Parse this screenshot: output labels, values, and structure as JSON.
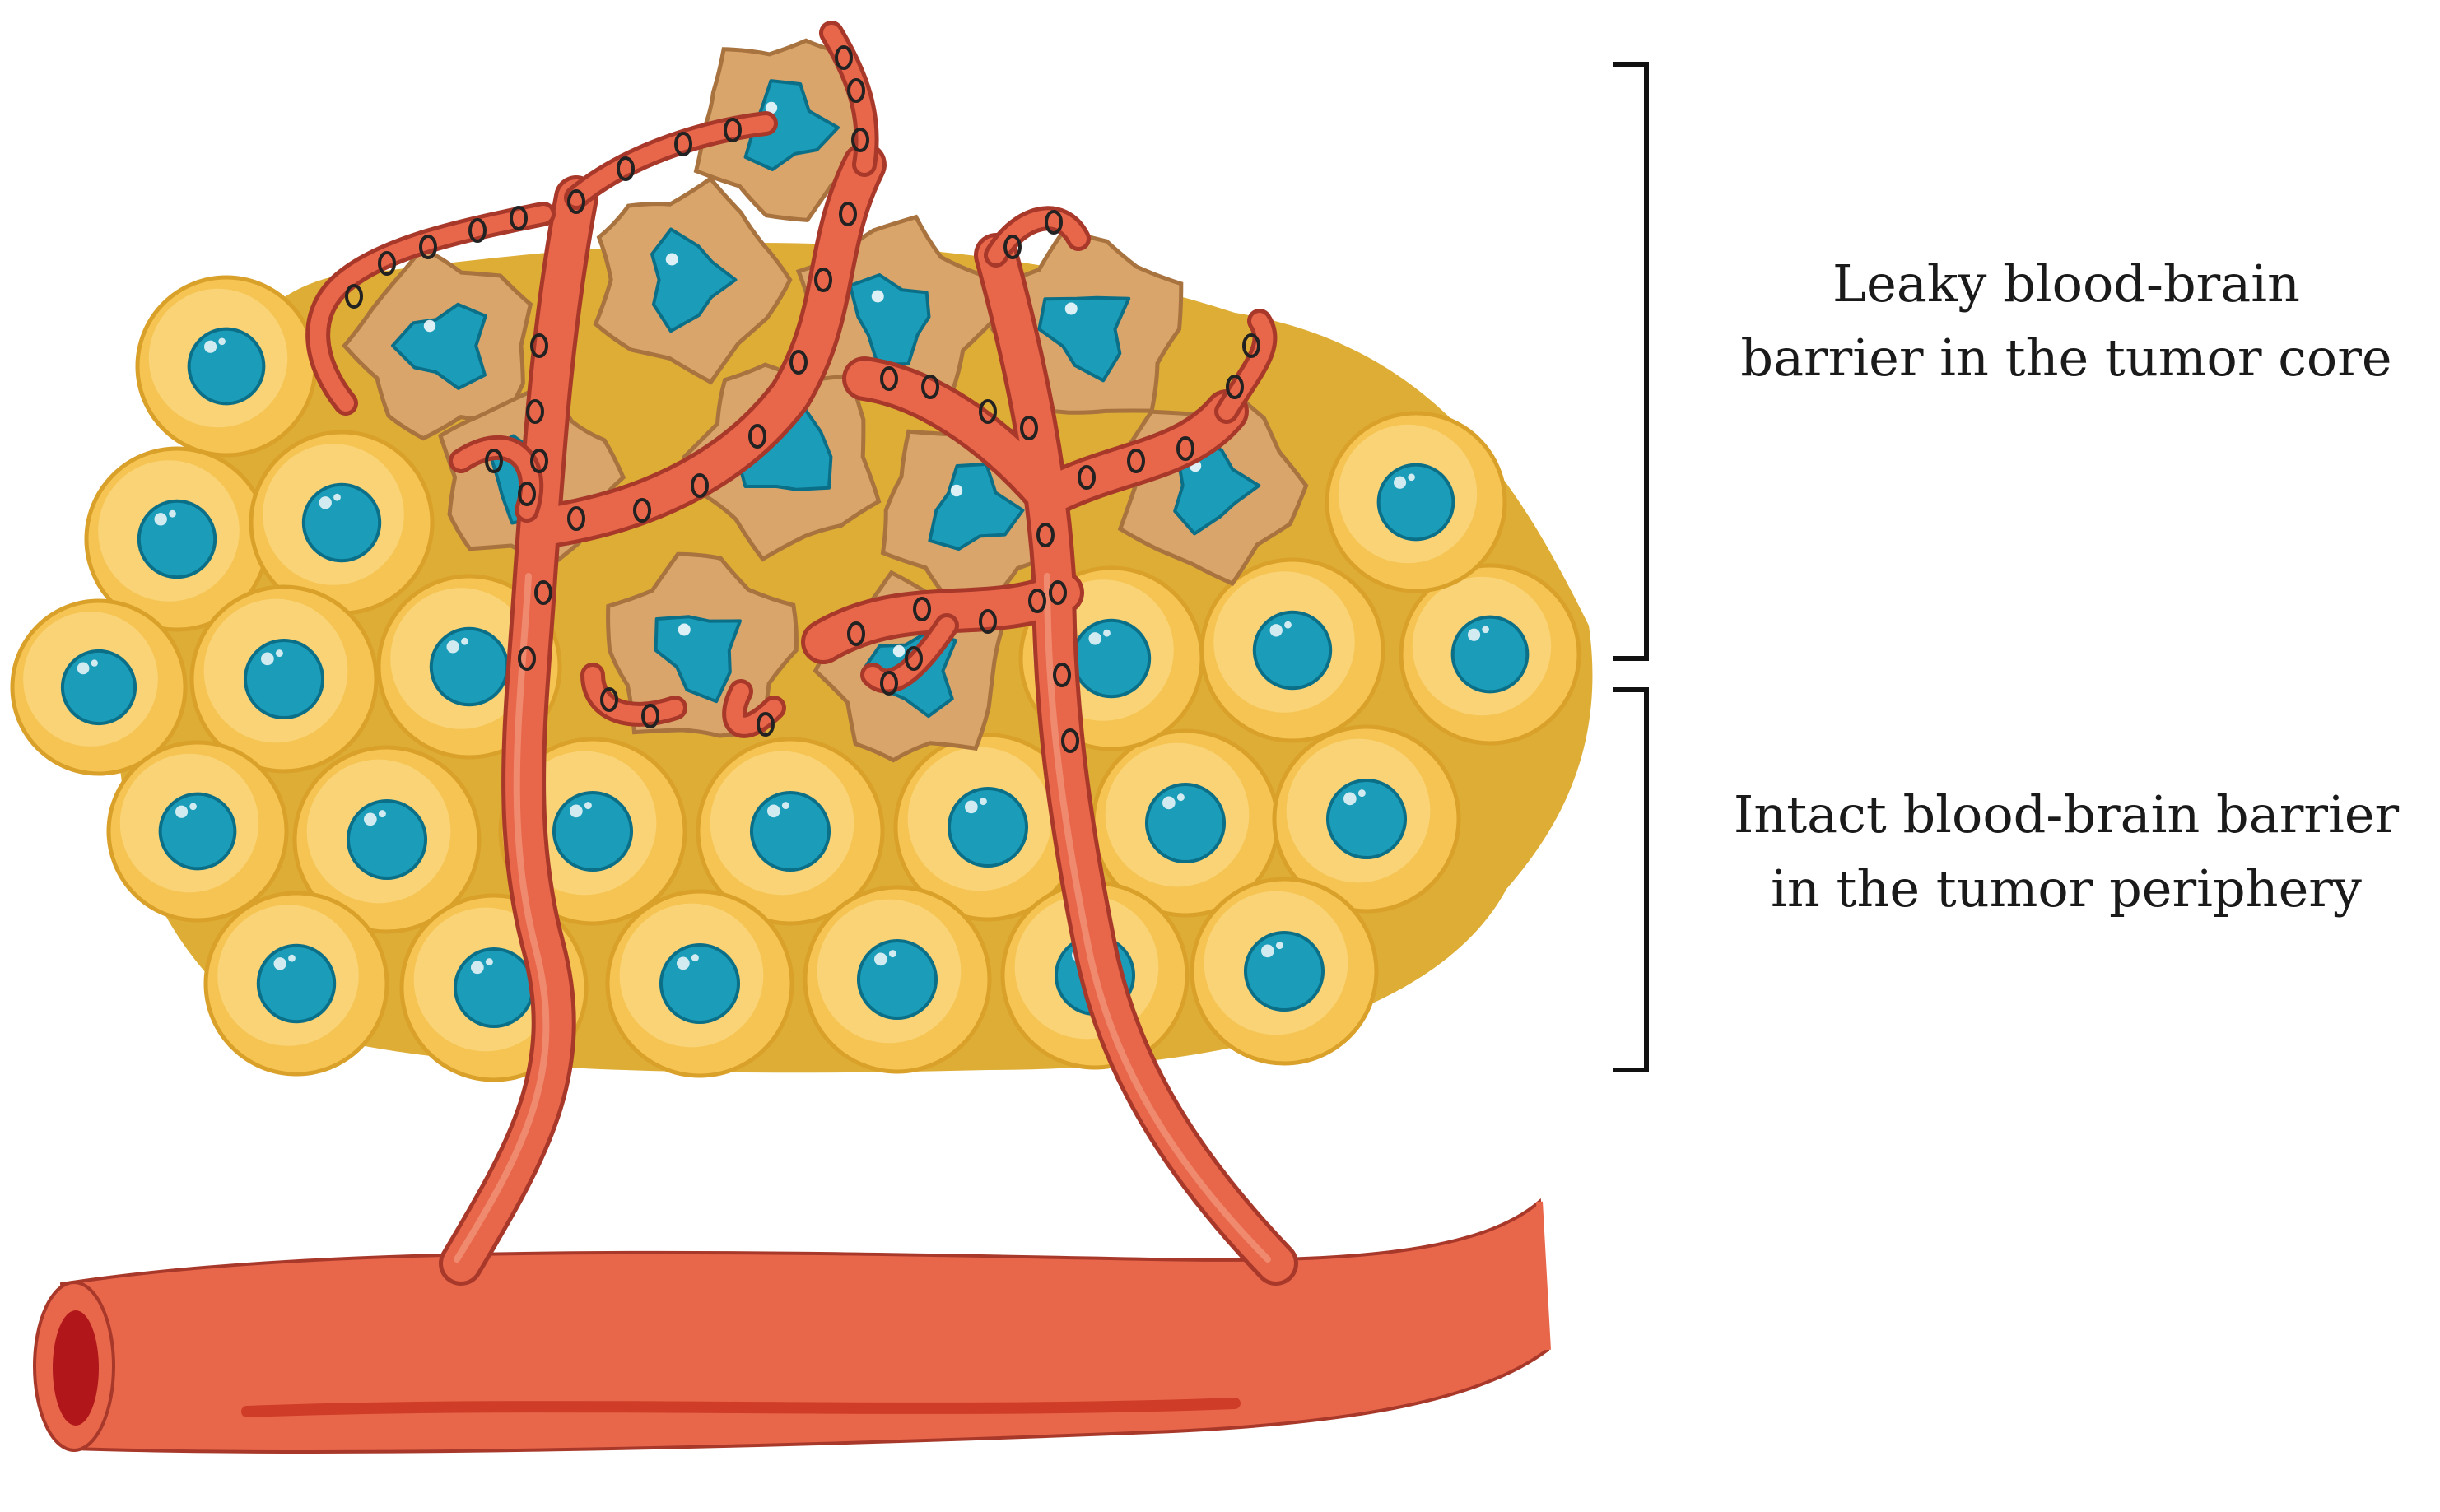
{
  "labels": {
    "core": {
      "line1": "Leaky blood-brain",
      "line2": "barrier in the tumor core"
    },
    "periphery": {
      "line1": "Intact blood-brain barrier",
      "line2": "in the tumor periphery"
    }
  },
  "colors": {
    "healthy_cell_fill": "#f6c452",
    "healthy_cell_edge": "#d9a02a",
    "healthy_cell_inner": "#fbdc8a",
    "tissue_background": "#d9a41f",
    "tumor_cell_fill": "#d9a56b",
    "tumor_cell_edge": "#a8733f",
    "nucleus": "#1b9cb8",
    "nucleus_edge": "#0b6f88",
    "vessel": "#e8664a",
    "vessel_edge": "#a8392a",
    "vessel_lumen": "#b0161a",
    "bracket": "#111111"
  }
}
